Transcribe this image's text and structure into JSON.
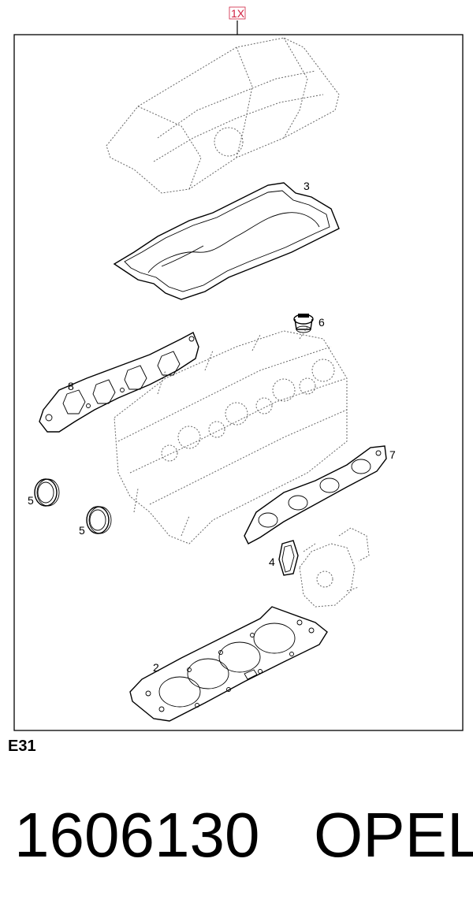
{
  "diagram": {
    "kit_quantity_label": "1X",
    "section_code": "E31",
    "callouts": {
      "valve_cover_gasket": "3",
      "plug_seal": "6",
      "intake_manifold_gasket": "8",
      "exhaust_manifold_gasket": "7",
      "oil_seal_left": "5",
      "oil_seal_right": "5",
      "thermostat_gasket": "4",
      "cylinder_head_gasket": "2"
    }
  },
  "product": {
    "part_number": "1606130",
    "brand": "OPEL"
  }
}
